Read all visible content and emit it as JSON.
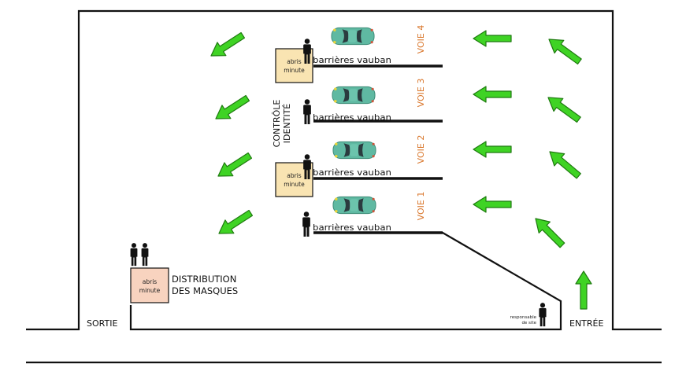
{
  "lanes": [
    {
      "label": "VOIE 4"
    },
    {
      "label": "VOIE 3"
    },
    {
      "label": "VOIE 2"
    },
    {
      "label": "VOIE 1"
    }
  ],
  "barrier_label": "barrières vauban",
  "shelter_label": {
    "line1": "abris",
    "line2": "minute"
  },
  "identity_check": {
    "line1": "CONTRÔLE",
    "line2": "IDENTITÉ"
  },
  "mask_distribution": {
    "line1": "DISTRIBUTION",
    "line2": "DES MASQUES"
  },
  "site_manager": {
    "line1": "responsable",
    "line2": "de site"
  },
  "exit_label": "SORTIE",
  "entry_label": "ENTRÉE",
  "colors": {
    "arrow": "#3fd324",
    "arrow_stroke": "#1f7a10",
    "lane_text": "#d9762b",
    "shelter_yellow": "#f9e4b2",
    "shelter_pink": "#f8d3bf",
    "car_body": "#5fb9a2",
    "car_glass": "#2b3b3f",
    "car_light": "#e9d43a"
  },
  "icons": [
    "arrow-icon",
    "car-icon",
    "person-icon"
  ]
}
